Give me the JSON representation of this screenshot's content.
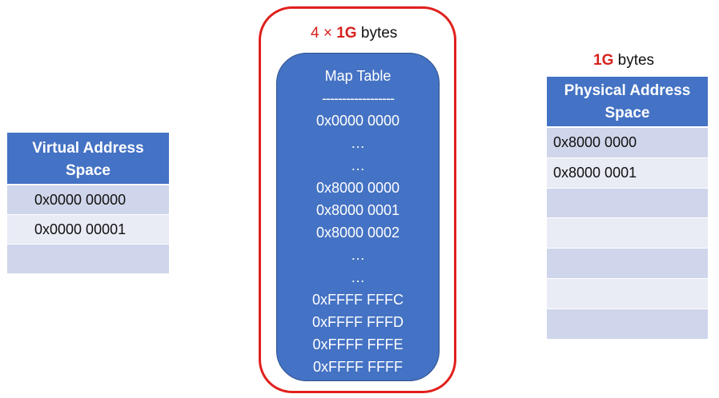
{
  "virtual_table": {
    "header": [
      "Virtual Address",
      "Space"
    ],
    "rows": [
      "0x0000 00000",
      "0x0000 00001",
      ""
    ]
  },
  "map_caption": {
    "multiplier": "4 ×",
    "size": "1G",
    "unit": "bytes"
  },
  "map_table": {
    "title": "Map Table",
    "separator": "------------------",
    "lines": [
      "0x0000 0000",
      "…",
      "…",
      "0x8000 0000",
      "0x8000 0001",
      "0x8000 0002",
      "…",
      "…",
      "0xFFFF FFFC",
      "0xFFFF FFFD",
      "0xFFFF FFFE",
      "0xFFFF FFFF"
    ]
  },
  "physical_caption": {
    "size": "1G",
    "unit": "bytes"
  },
  "physical_table": {
    "header": [
      "Physical Address",
      "Space"
    ],
    "rows": [
      "0x8000 0000",
      "0x8000 0001",
      "",
      "",
      "",
      "",
      ""
    ]
  },
  "colors": {
    "header_blue": "#4472c4",
    "row_dark": "#cfd5ea",
    "row_light": "#e9ebf5",
    "accent_red": "#d6221e"
  }
}
